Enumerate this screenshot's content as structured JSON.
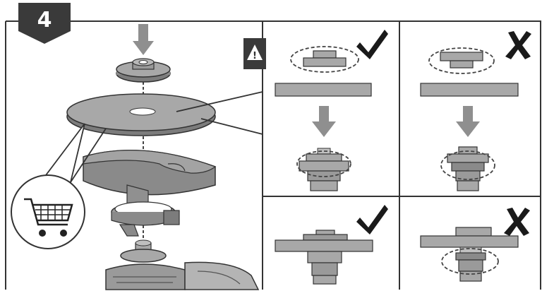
{
  "step": {
    "number": "4"
  },
  "warning": {
    "icon": "warning-triangle-icon",
    "mark": "!"
  },
  "panels": [
    {
      "id": "flange-correct-orientation",
      "verdict": "correct",
      "icon": "check-mark-icon"
    },
    {
      "id": "flange-wrong-orientation",
      "verdict": "wrong",
      "icon": "cross-mark-icon"
    },
    {
      "id": "disc-seated-correct",
      "verdict": "correct",
      "icon": "check-mark-icon"
    },
    {
      "id": "disc-seated-wrong",
      "verdict": "wrong",
      "icon": "cross-mark-icon"
    }
  ],
  "colors": {
    "line": "#333333",
    "badge": "#3a3a3a",
    "part_fill": "#a8a8a8",
    "part_dark": "#7c7c7c",
    "arrow": "#8f8f8f",
    "mark": "#1a1a1a"
  },
  "icons": [
    "step-badge",
    "warning-triangle-icon",
    "check-mark-icon",
    "cross-mark-icon",
    "shopping-cart-icon"
  ]
}
